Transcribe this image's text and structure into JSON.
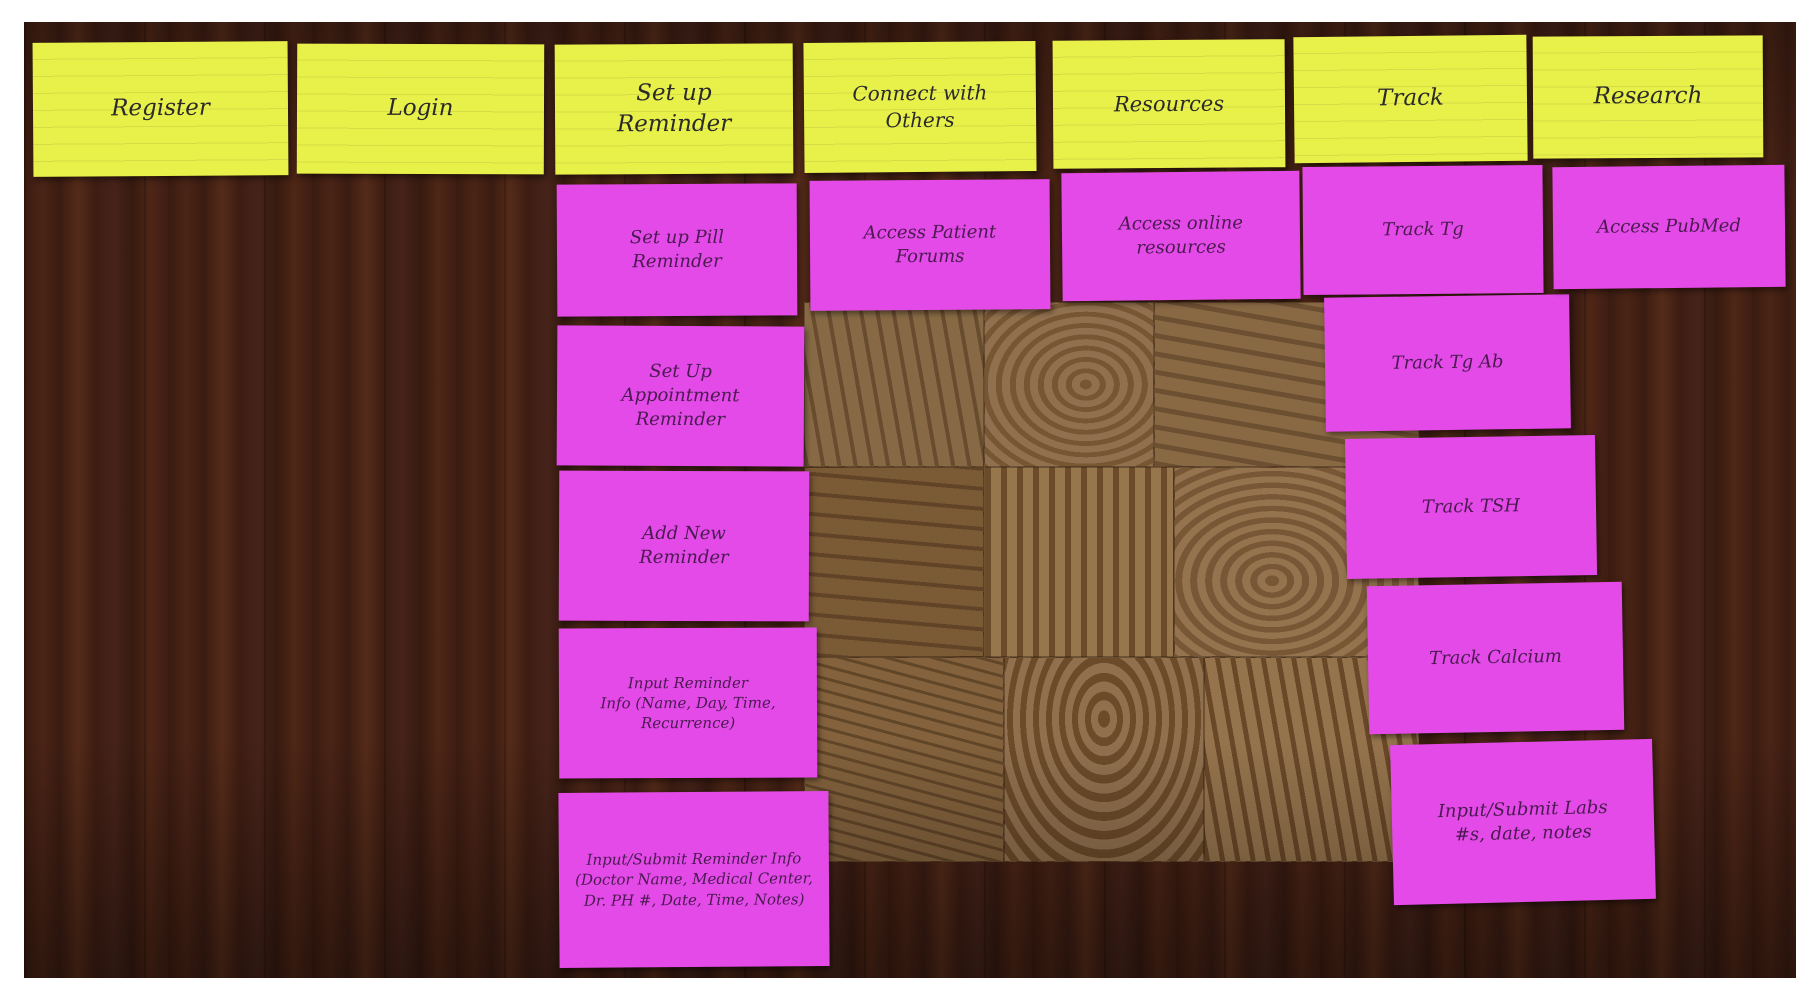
{
  "cards": {
    "header": {
      "register": "Register",
      "login": "Login",
      "setup_reminder": "Set up\nReminder",
      "connect": "Connect with\nOthers",
      "resources": "Resources",
      "track": "Track",
      "research": "Research"
    },
    "reminder_col": {
      "pill": "Set up Pill\nReminder",
      "appointment": "Set Up\nAppointment\nReminder",
      "add_new": "Add New\nReminder",
      "input_info": "Input Reminder\nInfo (Name, Day, Time,\nRecurrence)",
      "submit_info": "Input/Submit Reminder Info\n(Doctor Name, Medical Center,\nDr. PH #, Date, Time, Notes)"
    },
    "connect_col": {
      "forums": "Access Patient\nForums"
    },
    "resources_col": {
      "online": "Access online\nresources"
    },
    "track_col": {
      "tg": "Track Tg",
      "tgab": "Track Tg Ab",
      "tsh": "Track TSH",
      "calcium": "Track Calcium",
      "labs": "Input/Submit Labs\n#s, date, notes"
    },
    "research_col": {
      "pubmed": "Access PubMed"
    }
  },
  "colors": {
    "yellow_card": "#e8f04a",
    "pink_card": "#e34ae8",
    "table_wood": "#3d1e13"
  }
}
